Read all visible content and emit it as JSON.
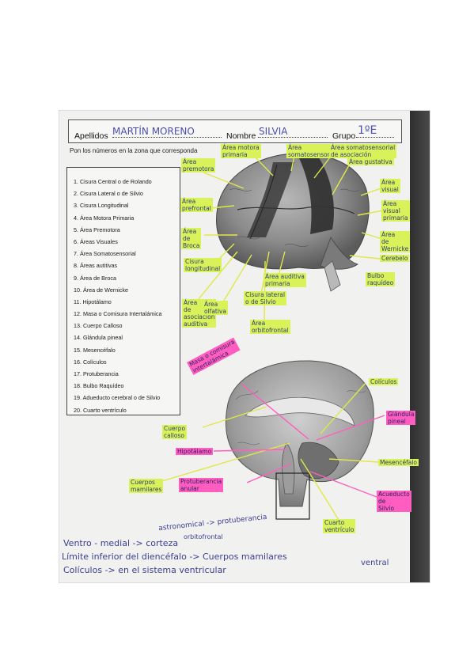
{
  "header": {
    "apellidos_label": "Apellidos",
    "apellidos_value": "MARTÍN MORENO",
    "nombre_label": "Nombre",
    "nombre_value": "SILVIA",
    "grupo_label": "Grupo",
    "grupo_value": "1ºE"
  },
  "instruction": "Pon los números en la zona que corresponda",
  "list": [
    "1.  Cisura Central o  de Rolando",
    "2.  Cisura Lateral o de Silvio",
    "3.  Cisura Longitudinal",
    "4.  Área Motora Primaria",
    "5.   Área Premotora",
    "6.  Áreas Visuales",
    "7.  Área Somatosensorial",
    "8.  Áreas autitivas",
    "9.  Área de Broca",
    "10.  Área de Wernicke",
    "11.  Hipotálamo",
    "12.  Masa o Comisura Intertalámica",
    "13.  Cuerpo Calloso",
    "14.  Glándula pineal",
    "15.  Mesencéfalo",
    "16.  Colículos",
    "17.  Protuberancia",
    "18.  Bulbo Raquídeo",
    "19.  Adueducto cerebral o de Silvio",
    "20.  Cuarto ventrículo"
  ],
  "labels": {
    "premotora": "Área\npremotora",
    "motora": "Área motora\nprimaria",
    "somato": "Área\nsomatosensorial",
    "asoc_somato": "Área somatosensorial\nde asociación",
    "gustativa": "Área gustativa",
    "prefrontal": "Área\nprefrontal",
    "visual": "Área\nvisual",
    "visual_primaria": "Área\nvisual\nprimaria",
    "broca": "Área\nde\nBroca",
    "wernicke": "Área\nde\nWernicke",
    "cisura_long": "Cisura\nlongitudinal",
    "cerebelo": "Cerebelo",
    "bulbo": "Bulbo\nraquídeo",
    "auditiva_primaria": "Área auditiva\nprimaria",
    "cisura_lateral": "Cisura lateral\no de Silvio",
    "area_asoc_auditiva": "Área\nde\nasociación\nauditiva",
    "area_olfativa": "Área\nolfativa",
    "orbitofrontal": "Área\norbitofrontal",
    "masa": "Masa o comisura\nintertalámica",
    "coliculos": "Colículos",
    "cuerpo_calloso": "Cuerpo\ncalloso",
    "glandula": "Glándula\npineal",
    "hipotalamo": "Hipotálamo",
    "mesencefalo": "Mesencéfalo",
    "cuerpos_mamilares": "Cuerpos\nmamilares",
    "protuberancia": "Protuberancia\nanular",
    "acueducto": "Acueducto\nde\nSilvio",
    "cuarto_ventriculo": "Cuarto\nventrículo"
  },
  "notes": {
    "line0": "astronomical -> protuberancia",
    "line1": "Ventro - medial -> corteza",
    "line1b": "orbitofrontal",
    "line2": "Límite inferior del diencéfalo -> Cuerpos mamilares",
    "line2b": "ventral",
    "line3": "Colículos -> en el sistema ventricular"
  }
}
